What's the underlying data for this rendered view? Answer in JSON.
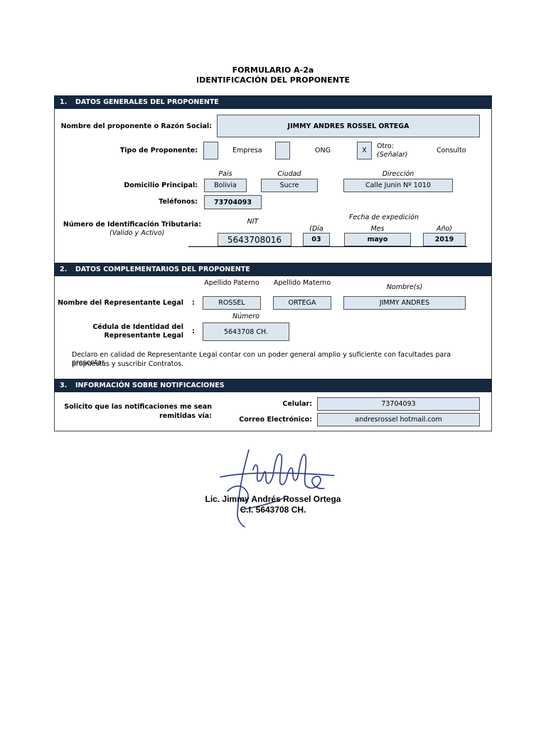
{
  "header": {
    "form_code": "FORMULARIO A-2a",
    "form_title": "IDENTIFICACIÓN DEL PROPONENTE"
  },
  "section1": {
    "number": "1.",
    "title": "DATOS GENERALES DEL PROPONENTE",
    "name_label": "Nombre del proponente o Razón Social:",
    "name_value": "JIMMY ANDRES ROSSEL ORTEGA",
    "type_label": "Tipo de Proponente:",
    "type_options": {
      "empresa": {
        "label": "Empresa",
        "mark": ""
      },
      "ong": {
        "label": "ONG",
        "mark": ""
      },
      "otro": {
        "label": "Otro:",
        "sublabel": "(Señalar)",
        "mark": "X",
        "specify": "Consulto"
      }
    },
    "address_label": "Domicilio Principal:",
    "address_headers": {
      "pais": "País",
      "ciudad": "Ciudad",
      "direccion": "Dirección"
    },
    "address_values": {
      "pais": "Bolivia",
      "ciudad": "Sucre",
      "direccion": "Calle Junin Nº 1010"
    },
    "phones_label": "Teléfonos:",
    "phones_value": "73704093",
    "nit_label": "Número de Identificación Tributaria:",
    "nit_sublabel": "(Valido y Activo)",
    "nit_header": "NIT",
    "nit_value": "5643708016",
    "issue_date_label": "Fecha de expedición",
    "date_headers": {
      "dia": "(Día",
      "mes": "Mes",
      "anio": "Año)"
    },
    "date_values": {
      "dia": "03",
      "mes": "mayo",
      "anio": "2019"
    }
  },
  "section2": {
    "number": "2.",
    "title": "DATOS COMPLEMENTARIOS DEL PROPONENTE",
    "rep_label": "Nombre del Representante Legal",
    "colon": ":",
    "rep_headers": {
      "paterno": "Apellido Paterno",
      "materno": "Apellido Materno",
      "nombres": "Nombre(s)"
    },
    "rep_values": {
      "paterno": "ROSSEL",
      "materno": "ORTEGA",
      "nombres": "JIMMY ANDRES"
    },
    "ci_header": "Número",
    "ci_label_line1": "Cédula de Identidad del",
    "ci_label_line2": "Representante Legal",
    "ci_value": "5643708 CH.",
    "declaration_line1": "Declaro en calidad de Representante Legal contar con un poder general amplio y suficiente con facultades para presentar",
    "declaration_line2": "propuestas y suscribir Contratos."
  },
  "section3": {
    "number": "3.",
    "title": "INFORMACIÓN SOBRE NOTIFICACIONES",
    "notify_label_line1": "Solicito que las notificaciones me sean",
    "notify_label_line2": "remitidas vía:",
    "cell_label": "Celular:",
    "cell_value": "73704093",
    "email_label": "Correo Electrónico:",
    "email_value": "andresrossel hotmail.com"
  },
  "signature": {
    "name": "Lic. Jimmy Andrés Rossel Ortega",
    "ci": "C.I. 5643708 CH."
  },
  "colors": {
    "section_bar": "#15283f",
    "field_fill": "#dce6f1",
    "signature_ink": "#2b3a8c"
  }
}
